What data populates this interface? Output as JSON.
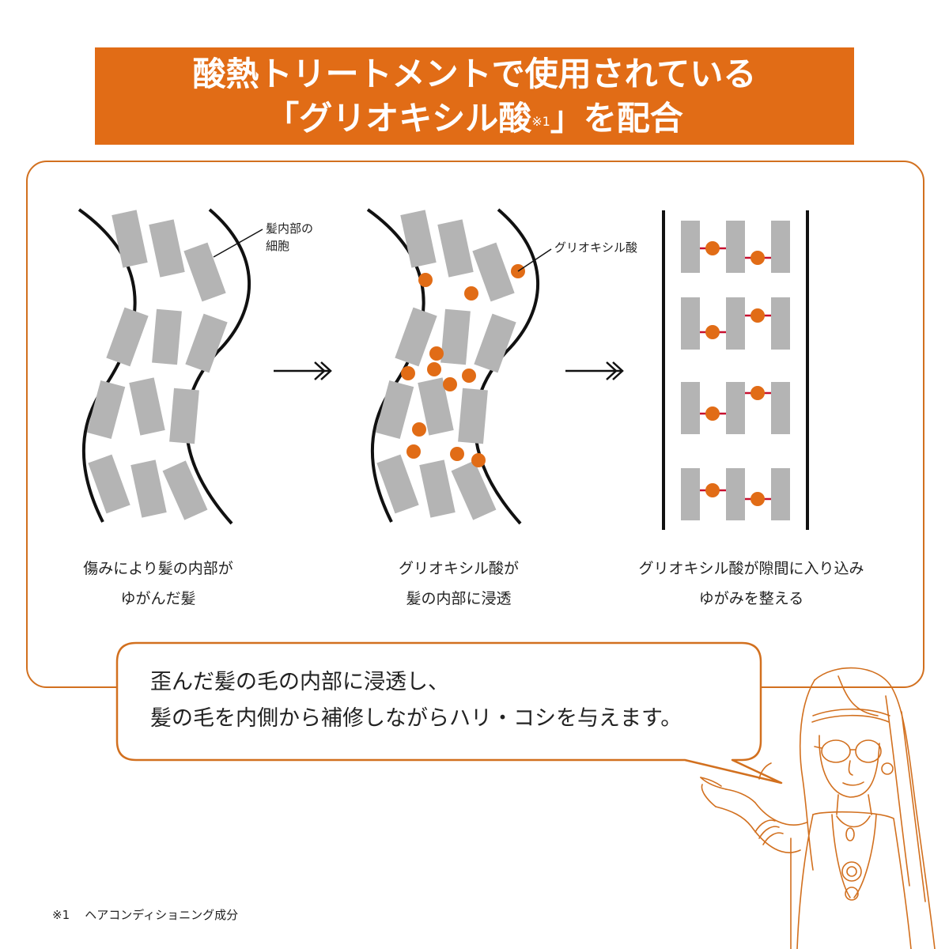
{
  "header": {
    "title_line1": "酸熱トリートメントで使用されている",
    "title_line2_prefix": "「グリオキシル酸",
    "title_line2_note": "※1",
    "title_line2_suffix": "」を配合"
  },
  "diagram": {
    "label_cell": "髪内部の細胞",
    "label_cell_line1": "髪内部の",
    "label_cell_line2": "細胞",
    "label_acid": "グリオキシル酸",
    "steps": [
      {
        "caption_line1": "傷みにより髪の内部が",
        "caption_line2": "ゆがんだ髪"
      },
      {
        "caption_line1": "グリオキシル酸が",
        "caption_line2": "髪の内部に浸透"
      },
      {
        "caption_line1": "グリオキシル酸が隙間に入り込み",
        "caption_line2": "ゆがみを整える"
      }
    ]
  },
  "speech_bubble": {
    "line1": "歪んだ髪の毛の内部に浸透し、",
    "line2": "髪の毛を内側から補修しながらハリ・コシを与えます。"
  },
  "footnote": {
    "mark": "※1",
    "text": "ヘアコンディショニング成分"
  },
  "colors": {
    "accent_orange": "#e16c16",
    "cell_gray": "#b4b4b4",
    "bond_red": "#c8102e"
  }
}
